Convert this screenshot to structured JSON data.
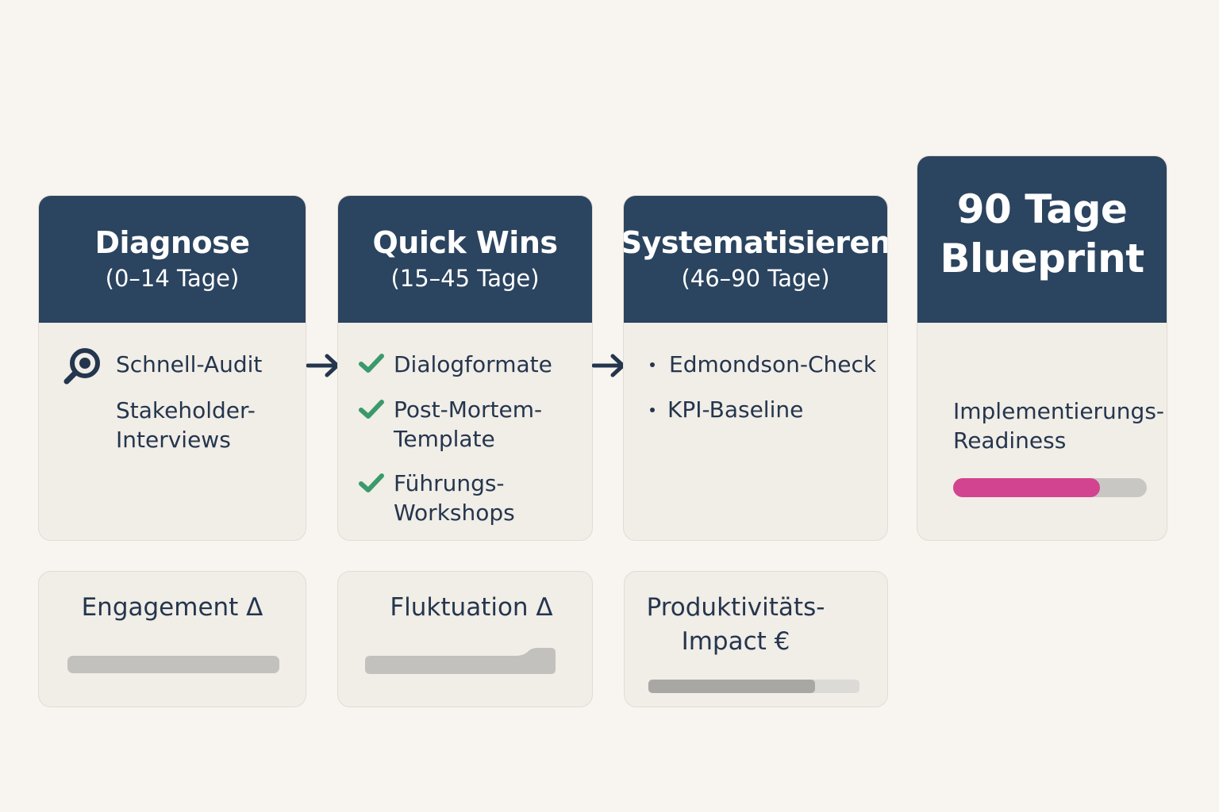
{
  "phases": [
    {
      "title": "Diagnose",
      "subtitle": "(0–14 Tage)",
      "items": [
        "Schnell-Audit",
        "Stakeholder-\nInterviews"
      ]
    },
    {
      "title": "Quick Wins",
      "subtitle": "(15–45 Tage)",
      "items": [
        "Dialogformate",
        "Post-Mortem-\nTemplate",
        "Führungs-\nWorkshops"
      ]
    },
    {
      "title": "Systematisieren",
      "subtitle": "(46–90 Tage)",
      "items": [
        "Edmondson-Check",
        "KPI-Baseline"
      ]
    }
  ],
  "blueprint": {
    "title": "90 Tage\nBlueprint",
    "readiness_label": "Implementierungs-\nReadiness",
    "readiness_level": 0.76,
    "readiness_color": "#d2448f"
  },
  "metrics": [
    {
      "label": "Engagement Δ"
    },
    {
      "label": "Fluktuation Δ"
    },
    {
      "label": "Produktivitäts-\nImpact €",
      "level": 0.79
    }
  ],
  "colors": {
    "header": "#2b445f",
    "check": "#3a9a6b",
    "background": "#f8f4ef",
    "card": "#f1ede7",
    "bar_track": "#c9c7c4",
    "bar_fill_gray": "#a9a7a4"
  },
  "icons": {
    "audit": "magnifier-icon",
    "quickwin_bullets": "check-icon",
    "arrows": "arrow-right-icon"
  }
}
